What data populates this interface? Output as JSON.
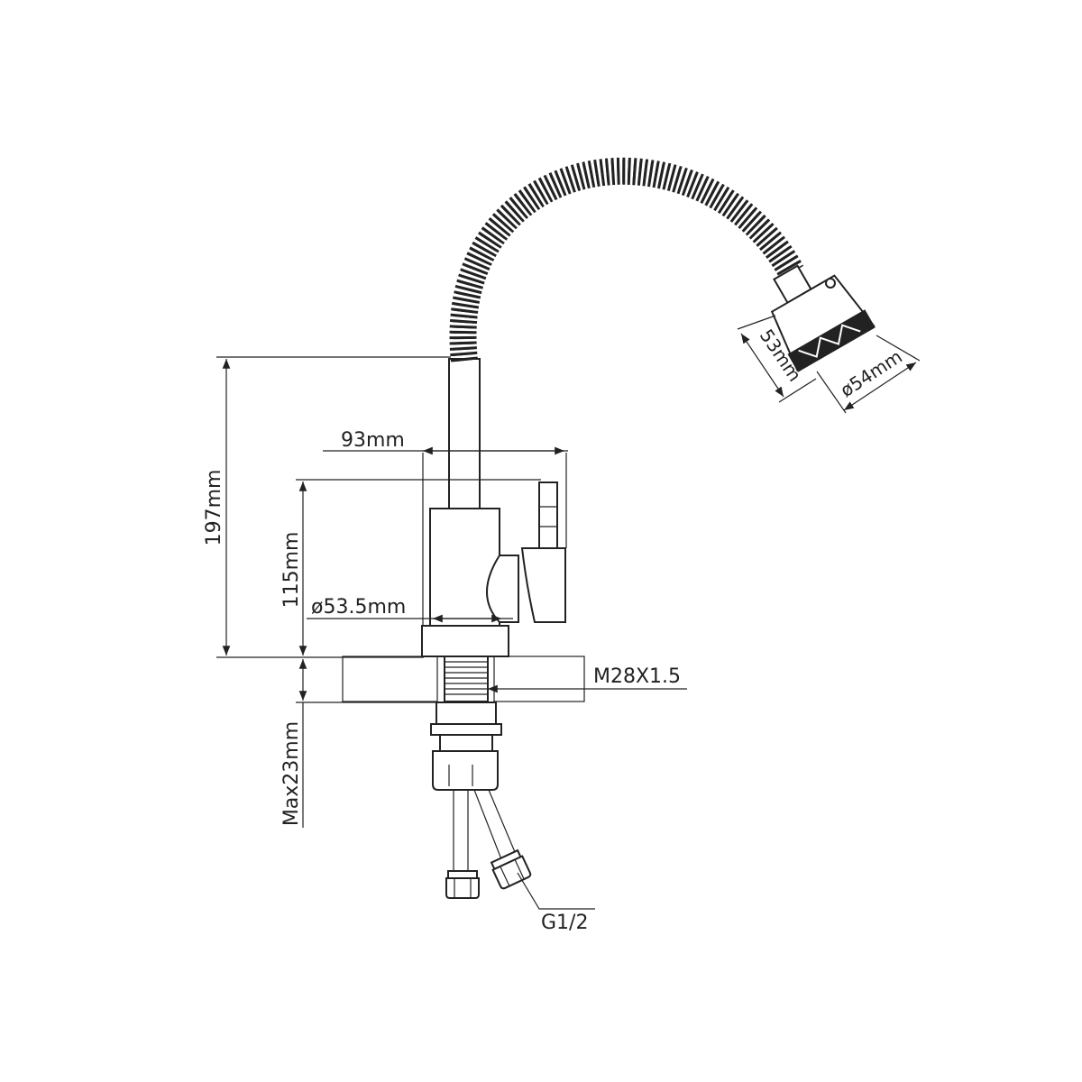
{
  "dimensions": {
    "total_height": "197mm",
    "body_height": "115mm",
    "spout_reach": "93mm",
    "base_diameter": "ø53.5mm",
    "thread": "M28X1.5",
    "max_counter": "Max23mm",
    "hose_connection": "G1/2",
    "head_length": "53mm",
    "head_diameter": "ø54mm"
  },
  "colors": {
    "line": "#222222",
    "background": "#ffffff"
  }
}
